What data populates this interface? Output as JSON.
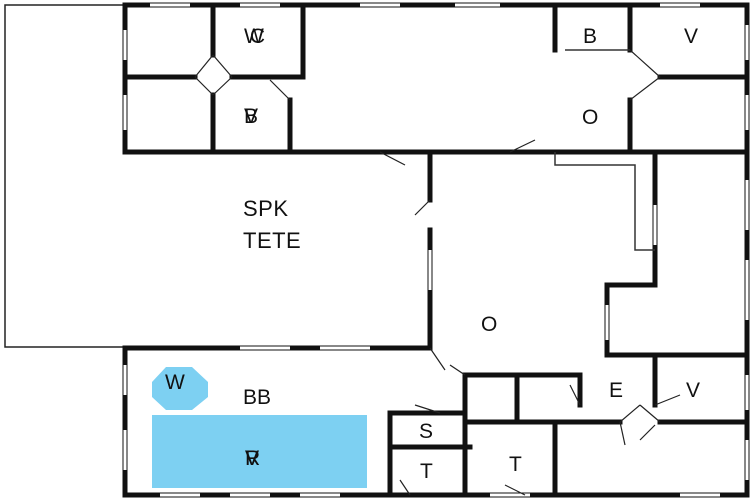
{
  "rooms": {
    "wc_top": "WC",
    "bv": "BV",
    "b": "B",
    "v_top": "V",
    "o_top": "O",
    "spk": "SPK",
    "tete": "TETE",
    "o_mid": "O",
    "w": "W",
    "bb": "BB",
    "pool": "VVR",
    "s": "S",
    "t1": "T",
    "t2": "T",
    "e": "E",
    "v_bottom": "V"
  },
  "colors": {
    "wall": "#111111",
    "pool": "#7dd0f2",
    "background": "#ffffff"
  }
}
